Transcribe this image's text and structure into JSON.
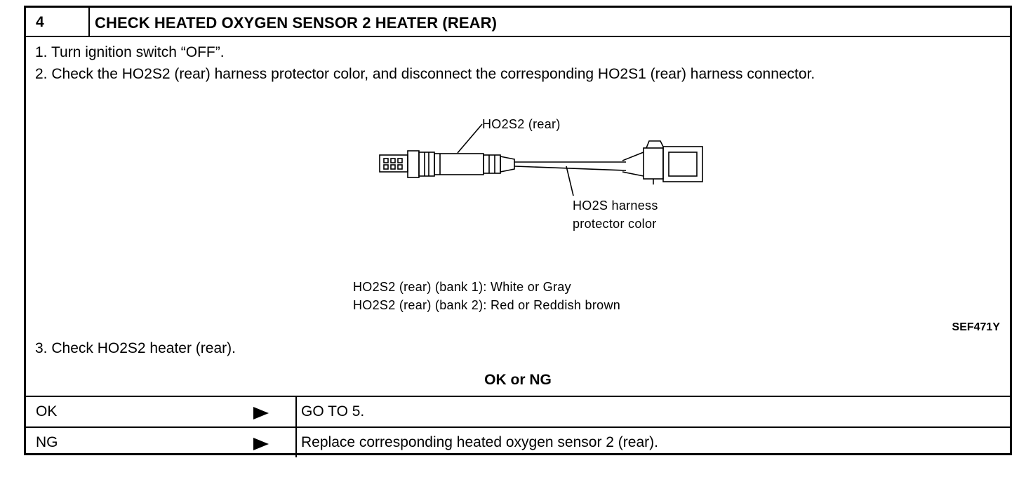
{
  "header": {
    "step_number": "4",
    "title": "CHECK HEATED OXYGEN SENSOR 2 HEATER (REAR)"
  },
  "steps": [
    "1. Turn ignition switch “OFF”.",
    "2. Check the HO2S2 (rear) harness protector color, and disconnect the corresponding HO2S1 (rear) harness connector.",
    "3. Check HO2S2 heater (rear)."
  ],
  "figure": {
    "sensor_label": "HO2S2 (rear)",
    "harness_label_line1": "HO2S harness",
    "harness_label_line2": "protector color",
    "bank1_note": "HO2S2 (rear) (bank 1): White or Gray",
    "bank2_note": "HO2S2 (rear) (bank 2): Red or Reddish brown",
    "reference": "SEF471Y"
  },
  "decision_title": "OK or NG",
  "results": [
    {
      "label": "OK",
      "action": "GO TO 5."
    },
    {
      "label": "NG",
      "action": "Replace corresponding heated oxygen sensor 2 (rear)."
    }
  ]
}
